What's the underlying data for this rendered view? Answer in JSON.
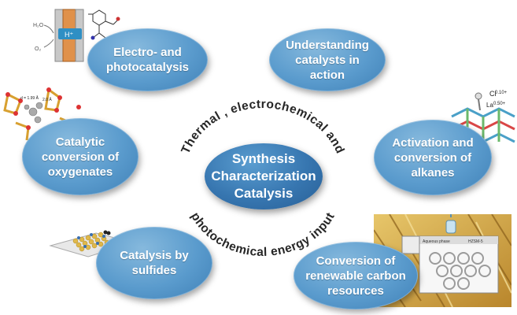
{
  "center": {
    "lines": [
      "Synthesis",
      "Characterization",
      "Catalysis"
    ]
  },
  "ring_text": {
    "top": "Thermal , electrochemical and",
    "bottom": "photochemical energy input"
  },
  "topics": [
    {
      "id": "electro",
      "label": "Electro- and photocatalysis"
    },
    {
      "id": "understanding",
      "label": "Understanding catalysts in action"
    },
    {
      "id": "oxygenates",
      "label": "Catalytic conversion of oxygenates"
    },
    {
      "id": "alkanes",
      "label": "Activation and conversion of alkanes"
    },
    {
      "id": "sulfides",
      "label": "Catalysis by sulfides"
    },
    {
      "id": "renewable",
      "label": "Conversion of renewable carbon resources"
    }
  ],
  "illustrations": {
    "electro": {
      "proton_label": "H⁺",
      "left_labels": [
        "H₂O",
        "O₂"
      ]
    },
    "oxygenates": {
      "bond_labels": [
        "d = 1.99 Å",
        "2.0 Å"
      ]
    },
    "alkanes": {
      "atom_labels": [
        "Cl",
        "La"
      ],
      "charges": [
        "0.10+",
        "0.50+"
      ]
    },
    "renewable": {
      "panel_labels": [
        "Aqueous phase",
        "HZSM-5"
      ]
    }
  }
}
